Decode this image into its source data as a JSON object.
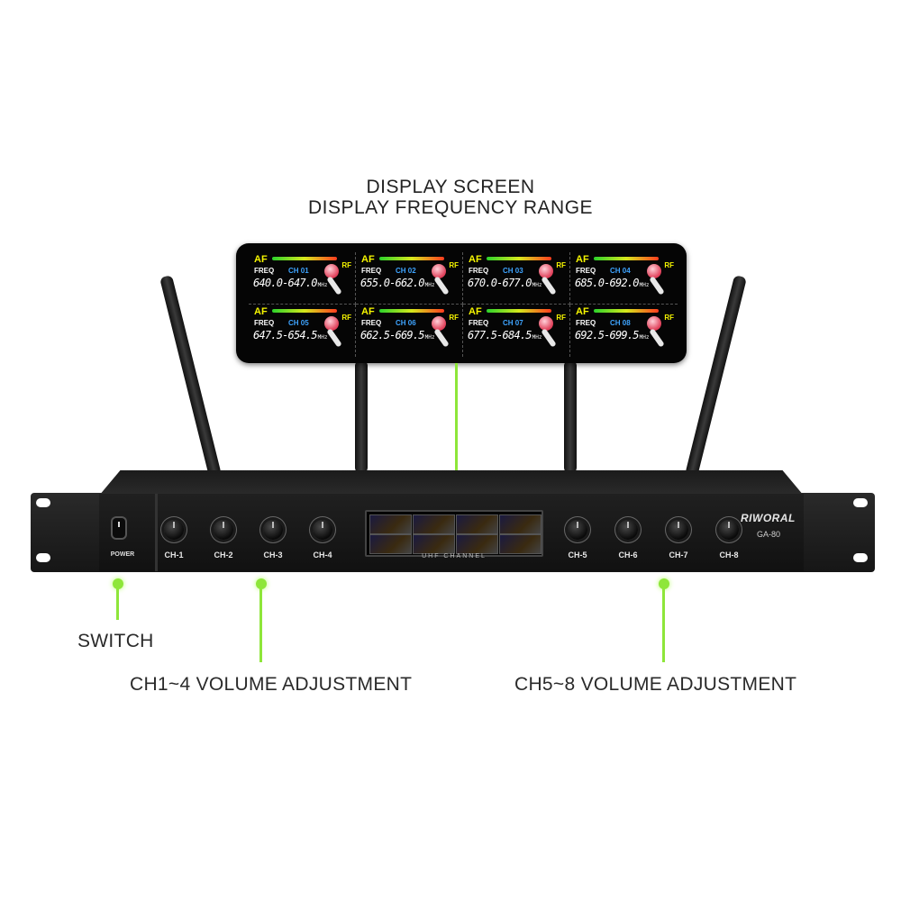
{
  "header": {
    "line1": "DISPLAY SCREEN",
    "line2": "DISPLAY FREQUENCY RANGE"
  },
  "display": {
    "af_label": "AF",
    "freq_label": "FREQ",
    "rf_label": "RF",
    "unit": "MHz",
    "channels": [
      {
        "ch": "CH 01",
        "range": "640.0-647.0"
      },
      {
        "ch": "CH 02",
        "range": "655.0-662.0"
      },
      {
        "ch": "CH 03",
        "range": "670.0-677.0"
      },
      {
        "ch": "CH 04",
        "range": "685.0-692.0"
      },
      {
        "ch": "CH 05",
        "range": "647.5-654.5"
      },
      {
        "ch": "CH 06",
        "range": "662.5-669.5"
      },
      {
        "ch": "CH 07",
        "range": "677.5-684.5"
      },
      {
        "ch": "CH 08",
        "range": "692.5-699.5"
      }
    ]
  },
  "receiver": {
    "power_label": "POWER",
    "brand": "RIWORAL",
    "model": "GA-80",
    "screen_caption": "UHF CHANNEL",
    "knobs": [
      "CH-1",
      "CH-2",
      "CH-3",
      "CH-4",
      "CH-5",
      "CH-6",
      "CH-7",
      "CH-8"
    ]
  },
  "callouts": {
    "switch": "SWITCH",
    "ch1_4": "CH1~4 VOLUME ADJUSTMENT",
    "ch5_8": "CH5~8 VOLUME ADJUSTMENT"
  },
  "colors": {
    "accent_green": "#8ee63a",
    "af_yellow": "#f5f500",
    "channel_blue": "#3ea4ff"
  }
}
